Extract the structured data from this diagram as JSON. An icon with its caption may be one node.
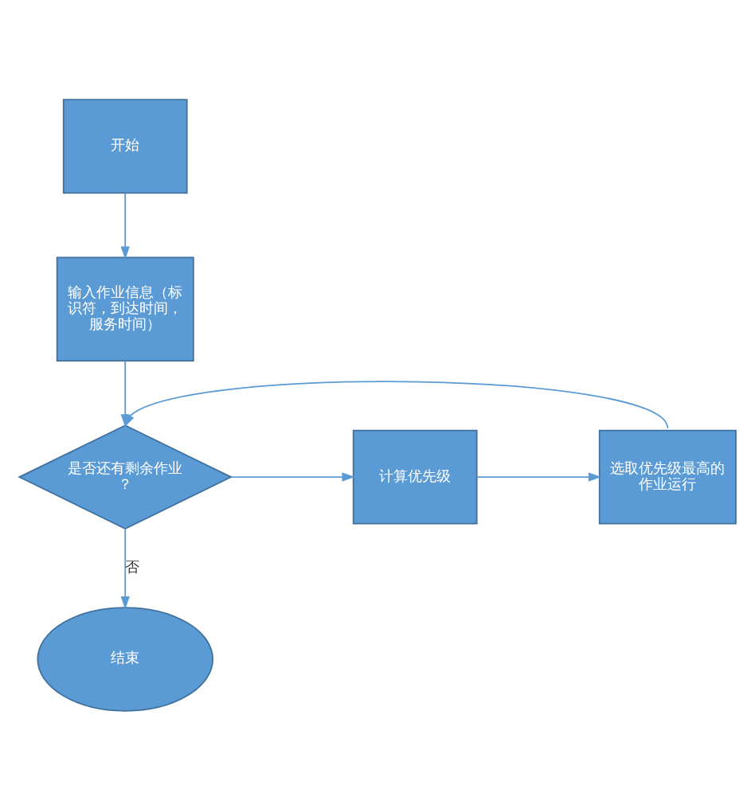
{
  "diagram": {
    "nodes": [
      {
        "text": [
          "开始"
        ]
      },
      {
        "text": [
          "输入作业信息（标识符，到达时间，服务时间）"
        ]
      },
      {
        "text": [
          "是否还有剩余作业？"
        ]
      },
      {
        "text": [
          "计算优先级"
        ]
      },
      {
        "text": [
          "选取优先级最高的作业运行"
        ]
      },
      {
        "text": [
          "结束"
        ]
      }
    ],
    "edges": [
      {
        "from": 0,
        "to": 1,
        "arrow": "to"
      },
      {
        "from": 1,
        "to": 2,
        "arrow": "to"
      },
      {
        "from": 2,
        "to": 3,
        "arrow": "to"
      },
      {
        "from": 3,
        "to": 4,
        "arrow": "to"
      },
      {
        "from": 4,
        "to": 2,
        "arrow": "to"
      },
      {
        "from": 2,
        "to": 5,
        "arrow": "to",
        "label": "否"
      }
    ]
  }
}
